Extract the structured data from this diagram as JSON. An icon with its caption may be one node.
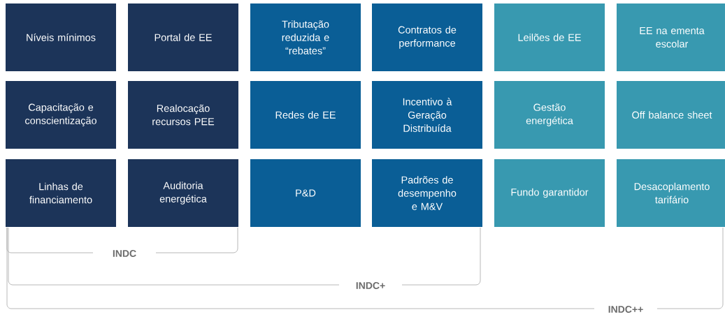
{
  "diagram": {
    "nodes": [
      {
        "text": [
          "Níveis mínimos"
        ]
      },
      {
        "text": [
          "Portal de EE"
        ]
      },
      {
        "text": [
          "Tributação reduzida e “rebates”"
        ]
      },
      {
        "text": [
          "Contratos de performance"
        ]
      },
      {
        "text": [
          "Leilões de EE"
        ]
      },
      {
        "text": [
          "EE na ementa escolar"
        ]
      },
      {
        "text": [
          "Capacitação e conscientização"
        ]
      },
      {
        "text": [
          "Realocação recursos PEE"
        ]
      },
      {
        "text": [
          "Redes de EE"
        ]
      },
      {
        "text": [
          "Incentivo à Geração Distribuída"
        ]
      },
      {
        "text": [
          "Gestão energética"
        ]
      },
      {
        "text": [
          "Off balance sheet"
        ]
      },
      {
        "text": [
          "Linhas de financiamento"
        ]
      },
      {
        "text": [
          "Auditoria energética"
        ]
      },
      {
        "text": [
          "P&D"
        ]
      },
      {
        "text": [
          "Padrões de desempenho e M&V"
        ]
      },
      {
        "text": [
          "Fundo garantidor"
        ]
      },
      {
        "text": [
          "Desacoplamento tarifário"
        ]
      }
    ],
    "labels": [
      "INDC",
      "INDC+",
      "INDC++"
    ]
  }
}
